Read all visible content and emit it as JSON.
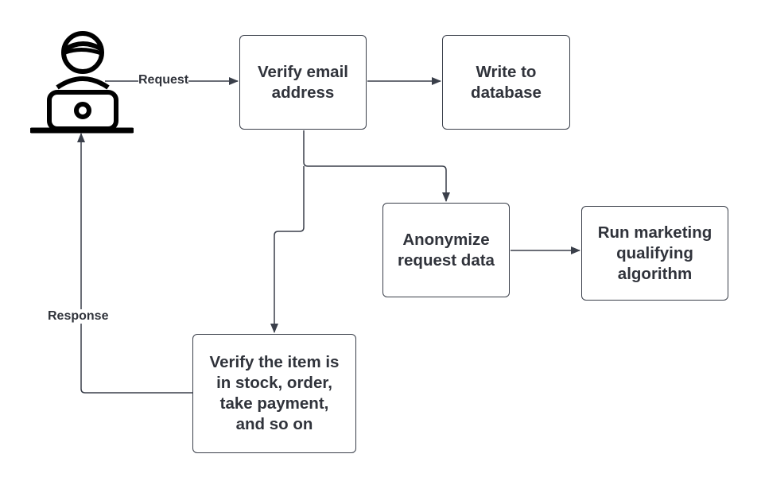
{
  "diagram": {
    "nodes": [
      {
        "id": "verify_email",
        "label": "Verify email\naddress"
      },
      {
        "id": "write_db",
        "label": "Write to\ndatabase"
      },
      {
        "id": "anonymize",
        "label": "Anonymize\nrequest data"
      },
      {
        "id": "marketing",
        "label": "Run marketing\nqualifying\nalgorithm"
      },
      {
        "id": "stock",
        "label": "Verify the item is\nin stock, order,\ntake payment,\nand so on"
      }
    ],
    "edges": [
      {
        "from": "user",
        "to": "verify_email",
        "label": "Request"
      },
      {
        "from": "verify_email",
        "to": "write_db",
        "label": ""
      },
      {
        "from": "verify_email",
        "to": "anonymize",
        "label": ""
      },
      {
        "from": "anonymize",
        "to": "marketing",
        "label": ""
      },
      {
        "from": "verify_email",
        "to": "stock",
        "label": ""
      },
      {
        "from": "stock",
        "to": "user",
        "label": "Response"
      }
    ],
    "user_icon": "user-at-laptop-icon",
    "colors": {
      "stroke": "#3a3f4a",
      "text": "#30333b",
      "background": "#ffffff"
    }
  }
}
